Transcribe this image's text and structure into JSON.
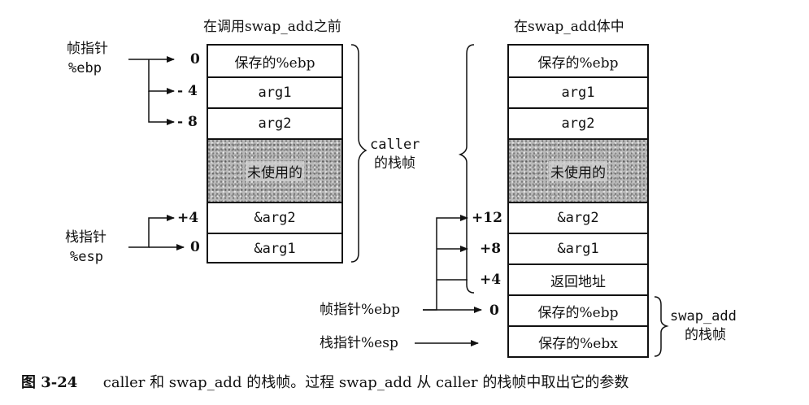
{
  "left": {
    "title": "在调用swap_add之前",
    "frame_pointer_label": "帧指针",
    "frame_pointer_reg": "%ebp",
    "stack_pointer_label": "栈指针",
    "stack_pointer_reg": "%esp",
    "offsets": [
      "0",
      "- 4",
      "- 8",
      "+4",
      "0"
    ],
    "cells": [
      "保存的%ebp",
      "arg1",
      "arg2",
      "未使用的",
      "&arg2",
      "&arg1"
    ],
    "brace_label_line1": "caller",
    "brace_label_line2": "的栈帧"
  },
  "right": {
    "title": "在swap_add体中",
    "offsets": [
      "+12",
      "+8",
      "+4",
      "0"
    ],
    "cells": [
      "保存的%ebp",
      "arg1",
      "arg2",
      "未使用的",
      "&arg2",
      "&arg1",
      "返回地址",
      "保存的%ebp",
      "保存的%ebx"
    ],
    "frame_pointer_text": "帧指针%ebp",
    "stack_pointer_text": "栈指针%esp",
    "brace_label_line1": "swap_add",
    "brace_label_line2": "的栈帧"
  },
  "caption": {
    "figure_no": "图 3-24",
    "text": "caller 和 swap_add 的栈帧。过程 swap_add 从 caller 的栈帧中取出它的参数"
  }
}
